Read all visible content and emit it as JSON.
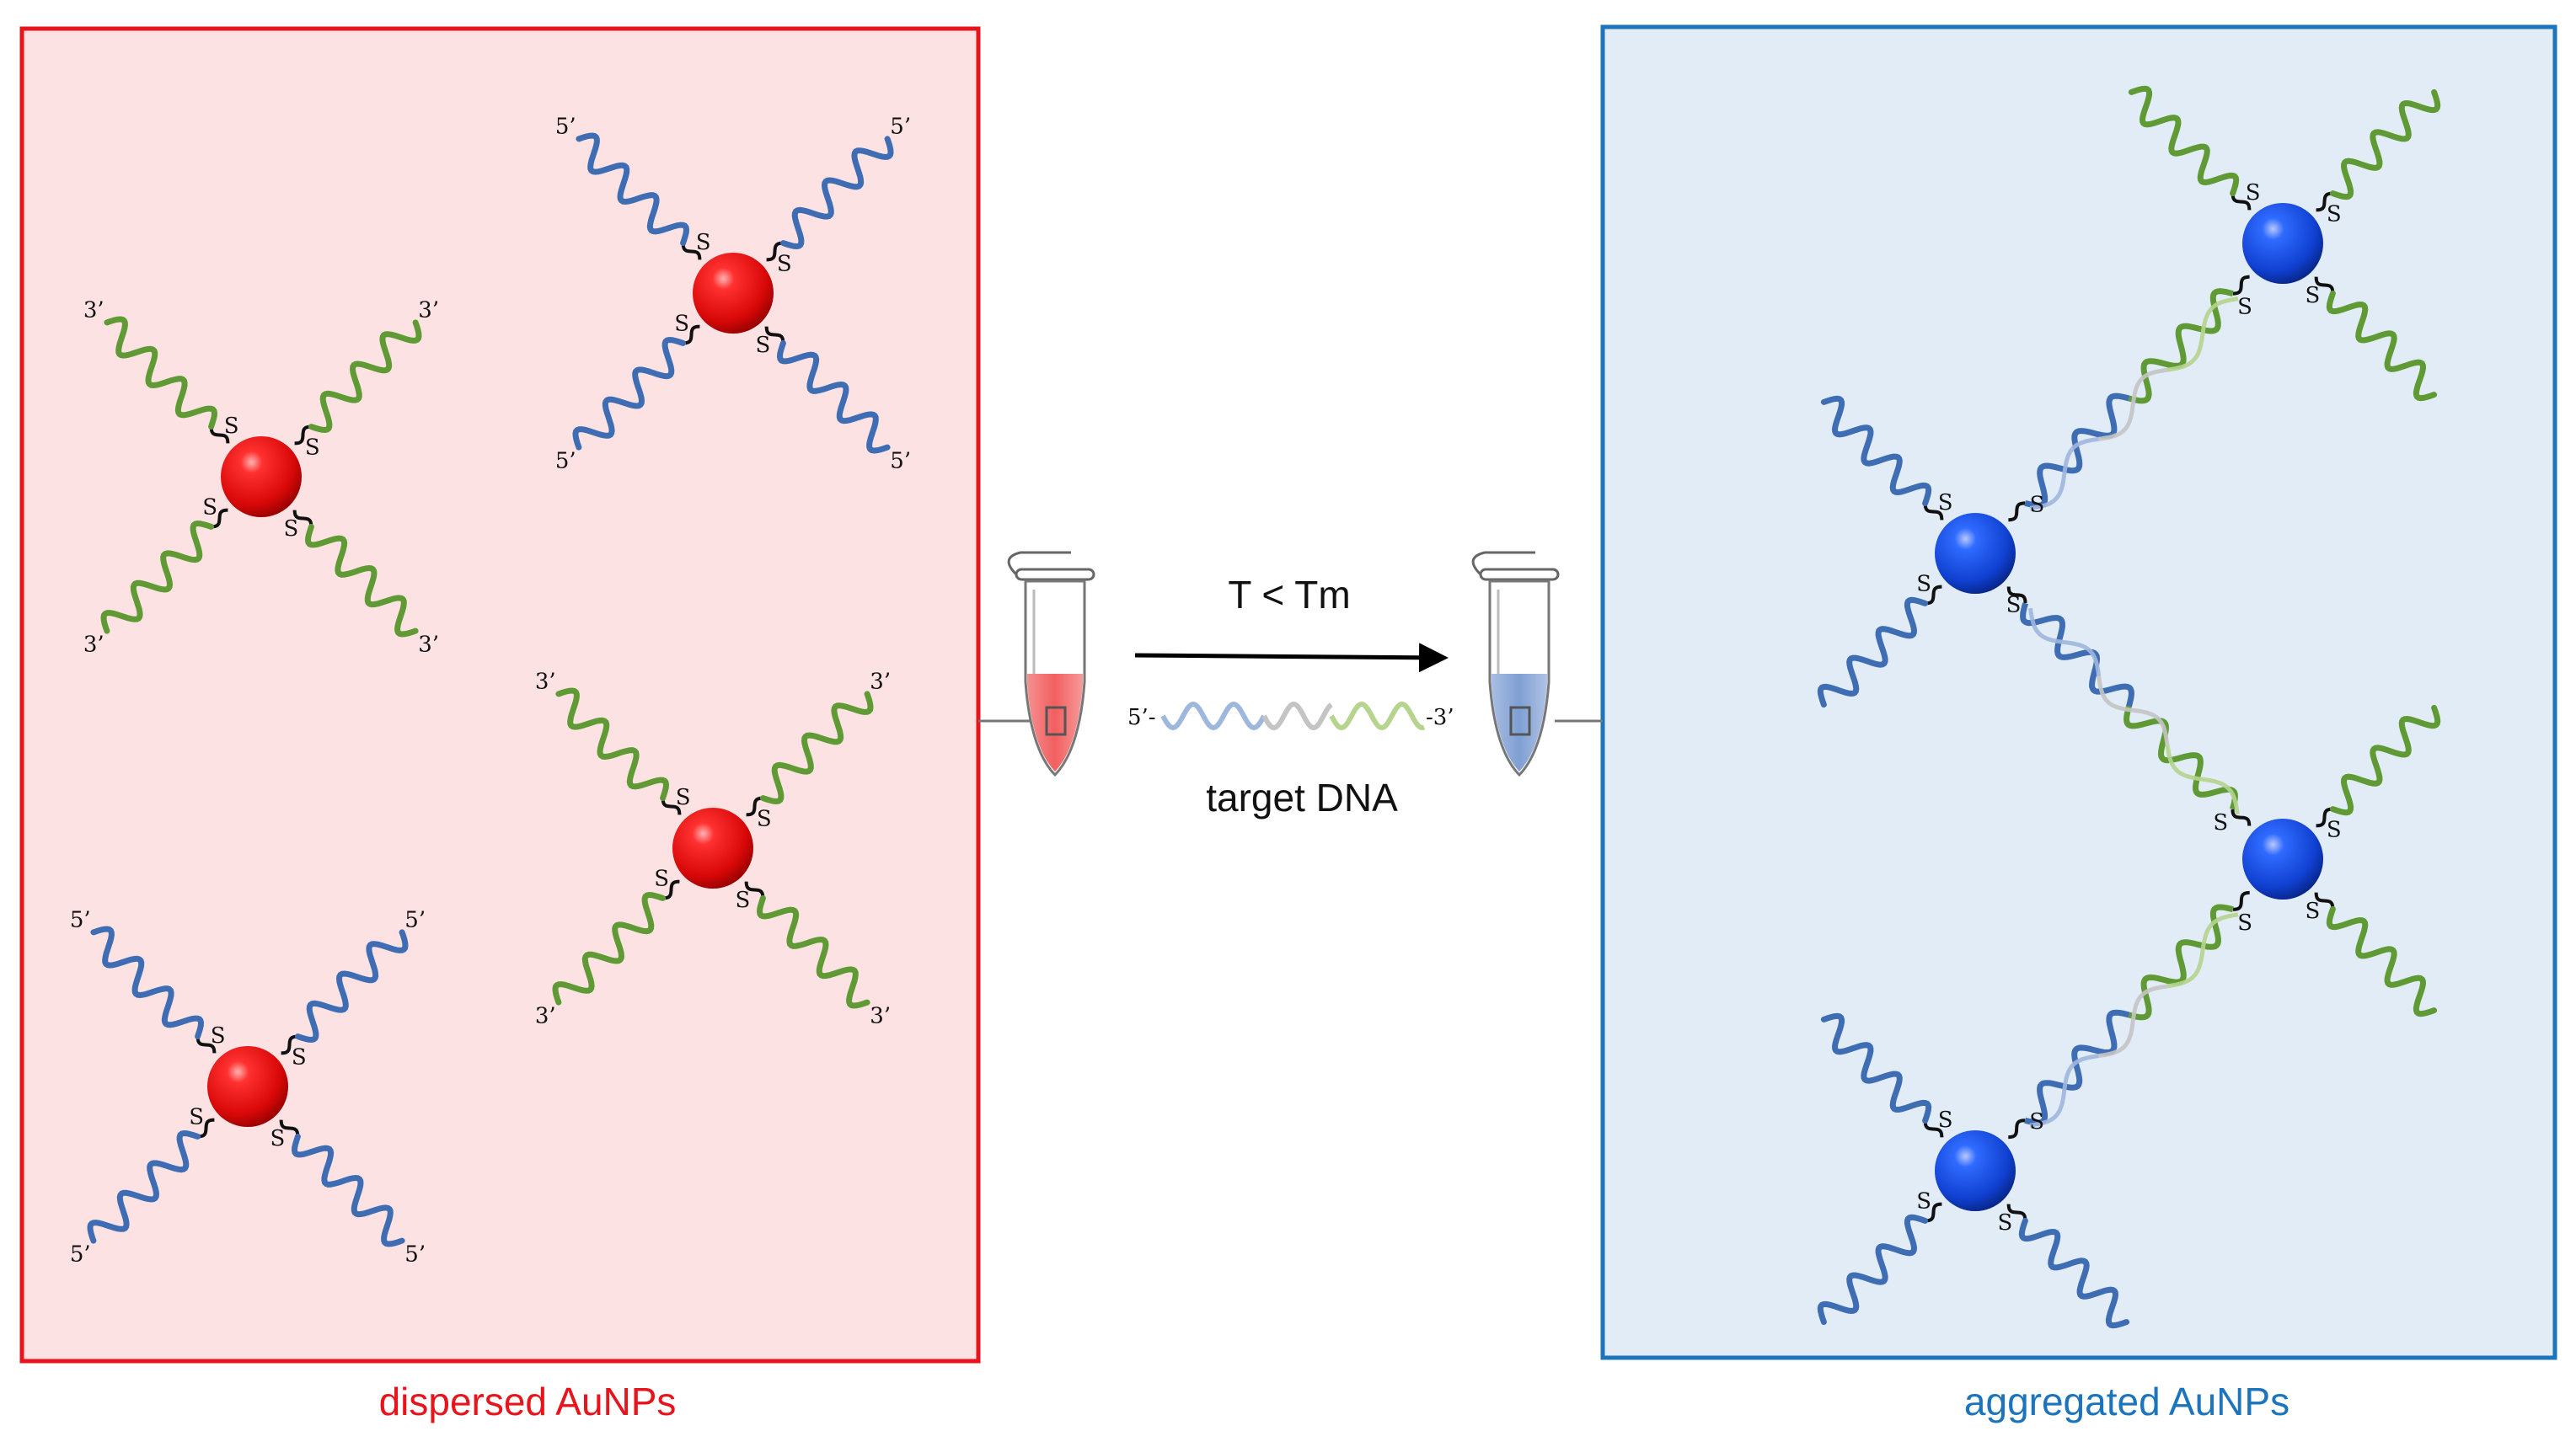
{
  "left_panel": {
    "caption": "dispersed AuNPs",
    "color": "#e8141b",
    "fill": "#fde2e4",
    "particle_color": "#e01010"
  },
  "right_panel": {
    "caption": "aggregated AuNPs",
    "color": "#1c74bd",
    "fill": "#e2ecf6",
    "particle_color": "#1a4fe0"
  },
  "reaction": {
    "condition": "T < Tm",
    "target_label": "target DNA",
    "five_prime": "5’-",
    "three_prime": "-3’"
  },
  "labels": {
    "five": "5’",
    "three": "3’",
    "sulfur": "S"
  },
  "colors": {
    "strand_blue": "#3f6db4",
    "strand_green": "#5f9a34",
    "target_blue": "#9fb6dd",
    "target_grey": "#c4c4c4",
    "target_green": "#b5d48e",
    "tube_red": "#f26d6d",
    "tube_blue": "#8aa6d6"
  }
}
